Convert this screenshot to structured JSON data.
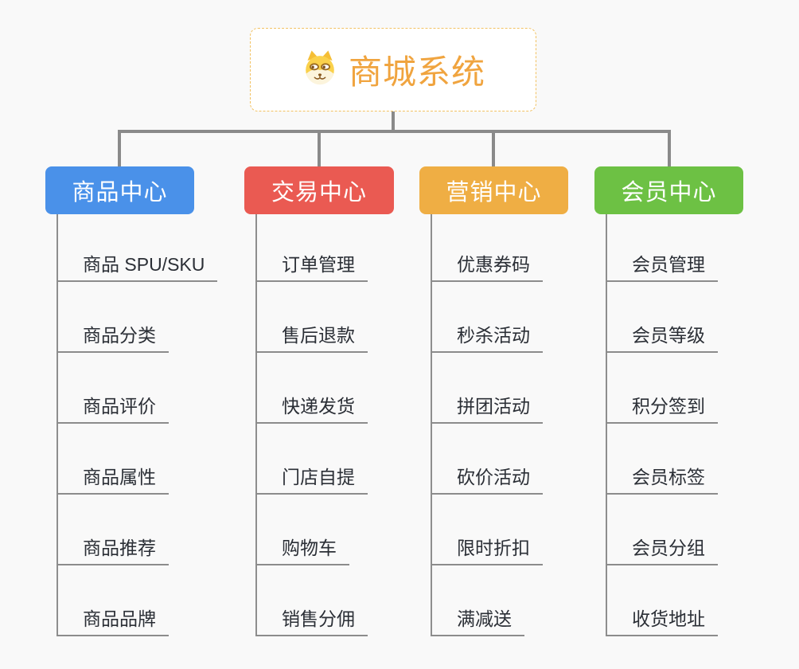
{
  "root": {
    "title": "商城系统",
    "icon": "shiba-dog-icon",
    "title_color": "#F0A43F",
    "border_color": "#F2C263"
  },
  "connector_color": "#8A8A8A",
  "branches": [
    {
      "label": "商品中心",
      "color": "#4A91E9",
      "children": [
        "商品 SPU/SKU",
        "商品分类",
        "商品评价",
        "商品属性",
        "商品推荐",
        "商品品牌"
      ]
    },
    {
      "label": "交易中心",
      "color": "#EA5A52",
      "children": [
        "订单管理",
        "售后退款",
        "快递发货",
        "门店自提",
        "购物车",
        "销售分佣"
      ]
    },
    {
      "label": "营销中心",
      "color": "#EFAE44",
      "children": [
        "优惠券码",
        "秒杀活动",
        "拼团活动",
        "砍价活动",
        "限时折扣",
        "满减送"
      ]
    },
    {
      "label": "会员中心",
      "color": "#6DC144",
      "children": [
        "会员管理",
        "会员等级",
        "积分签到",
        "会员标签",
        "会员分组",
        "收货地址"
      ]
    }
  ]
}
